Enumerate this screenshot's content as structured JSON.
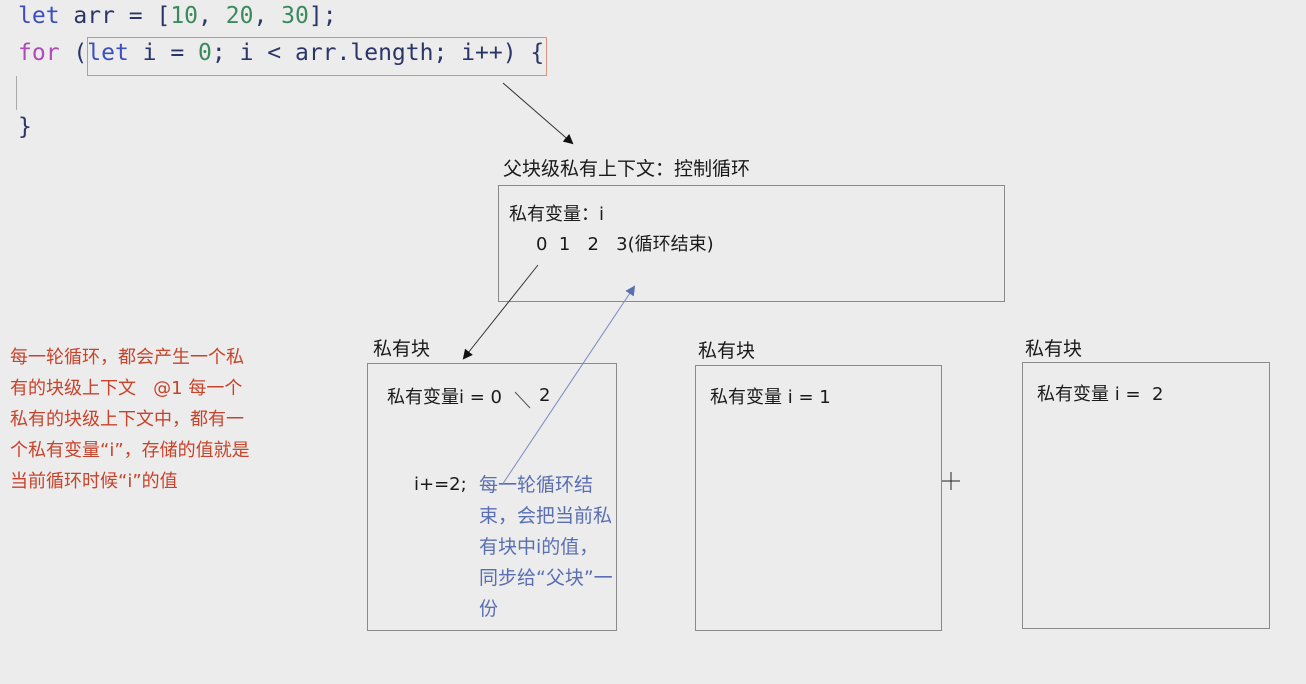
{
  "code": {
    "line1": {
      "kw": "let",
      "rest": " arr = [",
      "n1": "10",
      "c1": ", ",
      "n2": "20",
      "c2": ", ",
      "n3": "30",
      "end": "];"
    },
    "line2": {
      "kw": "for",
      "open": " (",
      "kw2": "let",
      "a": " i = ",
      "n": "0",
      "b": "; i < arr.length; i++",
      "close": ")",
      "brace": " {"
    },
    "line4": "}"
  },
  "parent": {
    "title": "父块级私有上下文：控制循环",
    "var_label": "私有变量：i",
    "values": "0  1   2   3(循环结束)"
  },
  "blocks": [
    {
      "label": "私有块",
      "var": "私有变量i = 0",
      "extra": "2",
      "stmt": "i+=2;"
    },
    {
      "label": "私有块",
      "var": "私有变量 i = 1"
    },
    {
      "label": "私有块",
      "var": "私有变量 i =  2"
    }
  ],
  "notes": {
    "left": "每一轮循环，都会产生一个私有的块级上下文   @1 每一个私有的块级上下文中，都有一个私有变量“i”，存储的值就是当前循环时候“i”的值",
    "blue": "每一轮循环结束，会把当前私有块中i的值，同步给“父块”一份"
  },
  "colors": {
    "red": "#c8432b",
    "blue_note": "#5a6fb2"
  }
}
